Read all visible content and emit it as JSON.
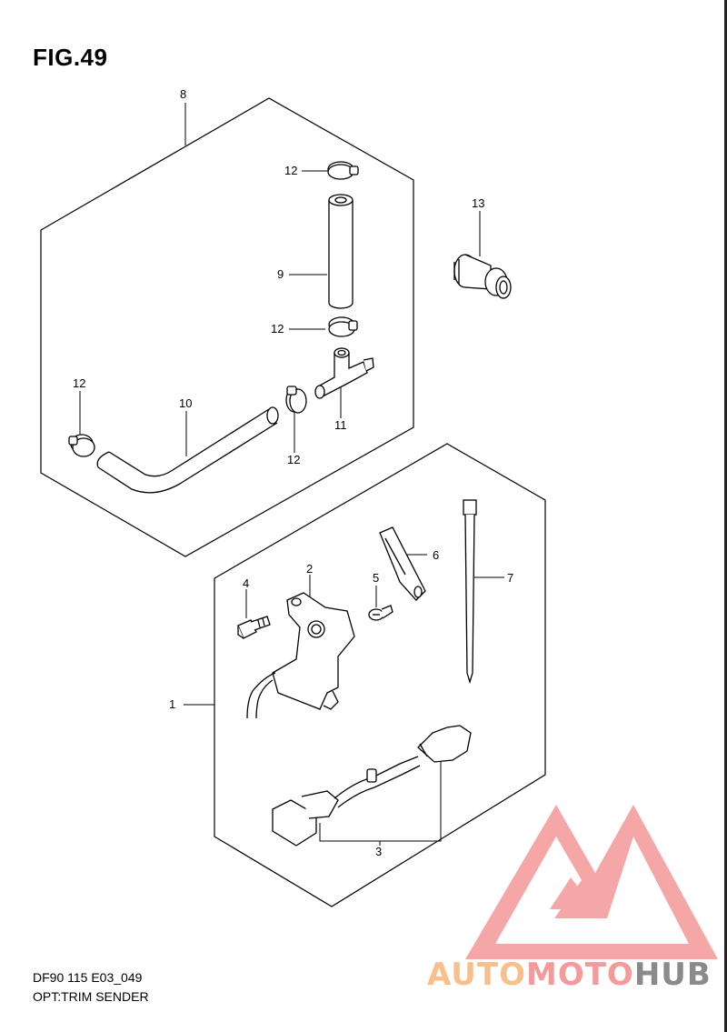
{
  "figure": {
    "title": "FIG.49",
    "code": "DF90 115 E03_049",
    "name": "OPT:TRIM SENDER"
  },
  "callouts": {
    "c1": "1",
    "c2": "2",
    "c3": "3",
    "c4": "4",
    "c5": "5",
    "c6": "6",
    "c7": "7",
    "c8": "8",
    "c9": "9",
    "c10": "10",
    "c11": "11",
    "c12a": "12",
    "c12b": "12",
    "c12c": "12",
    "c12d": "12",
    "c13": "13"
  },
  "watermark": {
    "part1": "AUTO",
    "part2": "MOTO",
    "part3": "HUB",
    "colors": {
      "auto": "#f7c08a",
      "moto": "#f39a9a",
      "hub": "#8a8a8a",
      "logo": "#f28a8a"
    }
  }
}
